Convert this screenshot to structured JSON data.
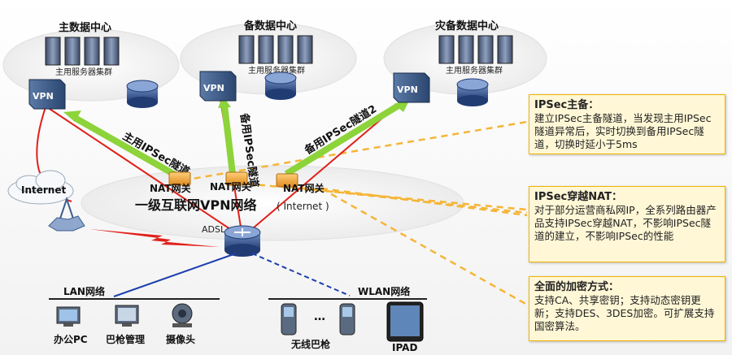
{
  "datacenters": {
    "main": {
      "title": "主数据中心",
      "cluster_label": "主用服务器集群"
    },
    "backup": {
      "title": "备数据中心",
      "cluster_label": "主用服务器集群"
    },
    "disaster": {
      "title": "灾备数据中心",
      "cluster_label": "主用服务器集群"
    }
  },
  "vpn_label": "VPN",
  "tunnels": {
    "main": "主用IPSec隧道",
    "backup": "备用IPSec隧道",
    "backup2": "备用IPSec隧道2"
  },
  "core": {
    "nat_label": "NAT网关",
    "network_title": "一级互联网VPN网络",
    "network_sub": "( Internet )",
    "adsl_label": "ADSL",
    "internet_label": "Internet"
  },
  "lan": {
    "title": "LAN网络",
    "devices": {
      "pc": "办公PC",
      "gun": "巴枪管理",
      "camera": "摄像头"
    }
  },
  "wlan": {
    "title": "WLAN网络",
    "ellipsis": "…",
    "devices": {
      "gun": "无线巴枪",
      "ipad": "IPAD"
    }
  },
  "info_boxes": [
    {
      "title": "IPSec主备：",
      "body": "建立IPSec主备隧道，当发现主用IPSec隧道异常后，实时切换到备用IPSec隧道，切换时延小于5ms"
    },
    {
      "title": "IPSec穿越NAT：",
      "body": "对于部分运营商私网IP，全系列路由器产品支持IPSec穿越NAT，不影响IPSec隧道的建立，不影响IPSec的性能"
    },
    {
      "title": "全面的加密方式：",
      "body": "支持CA、共享密钥；支持动态密钥更新；支持DES、3DES加密。可扩展支持国密算法。"
    }
  ],
  "colors": {
    "tunnel": "#8dd33a",
    "red_link": "#e0201a",
    "blue_link": "#1d3fae",
    "dashed_orange": "#f5b537",
    "box_border": "#f2b400"
  }
}
